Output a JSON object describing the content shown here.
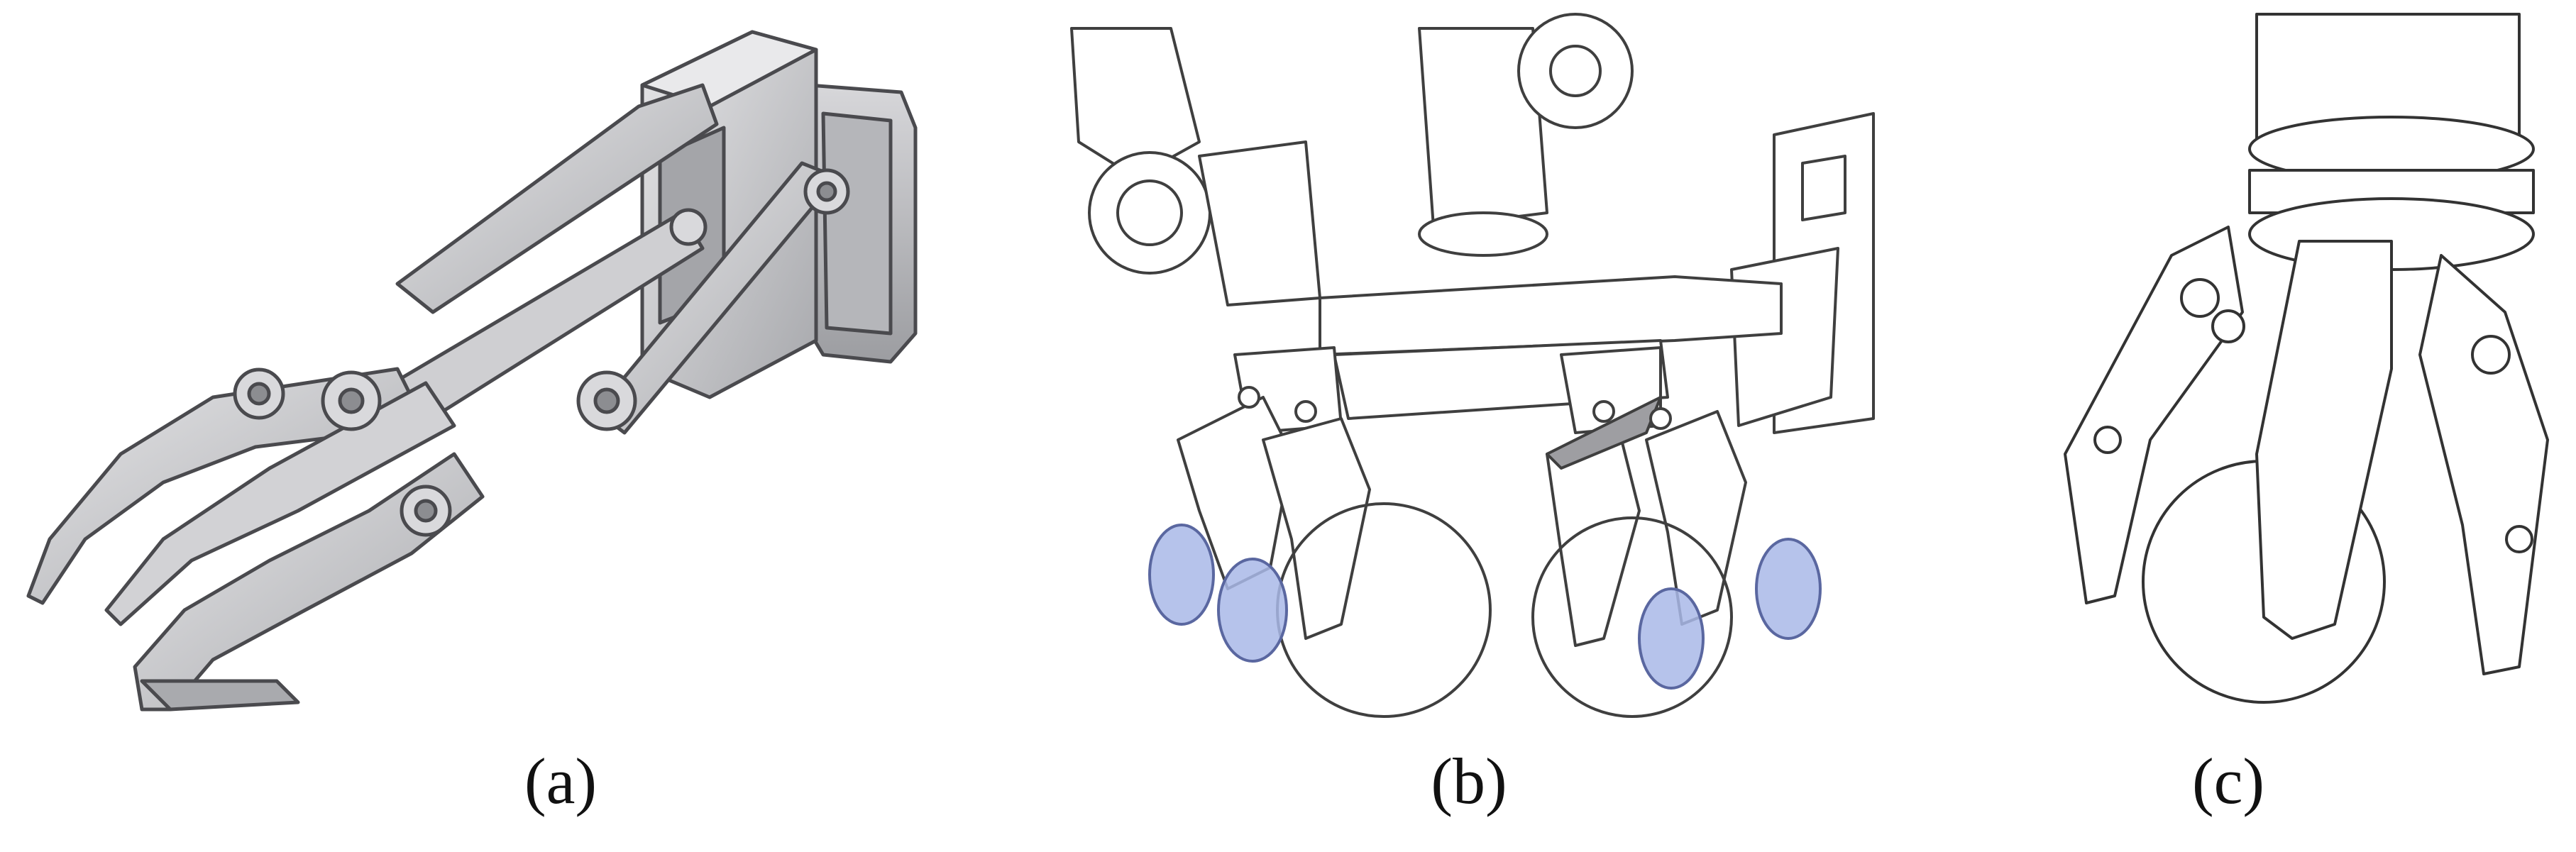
{
  "figure": {
    "panels": [
      {
        "label": "(a)",
        "icon": "parallel-jaw-gripper-icon"
      },
      {
        "label": "(b)",
        "icon": "dual-arm-suction-gripper-icon"
      },
      {
        "label": "(c)",
        "icon": "three-finger-gripper-icon"
      }
    ]
  },
  "colors": {
    "metal": "#c9c9cb",
    "metal_dark": "#8f9094",
    "line": "#3a3a3a",
    "suction": "#a9b8e8"
  }
}
